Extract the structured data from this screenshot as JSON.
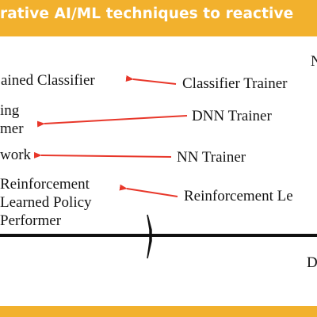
{
  "header": {
    "title": "rative AI/ML techniques to reactive"
  },
  "left_column": {
    "classifier_performer": "ained Classifier",
    "dnn_performer_line1": "ing",
    "dnn_performer_line2": "mer",
    "nn_performer": "work",
    "rl_performer_line1": "Reinforcement",
    "rl_performer_line2": "Learned Policy",
    "rl_performer_line3": "Performer"
  },
  "right_column": {
    "top_corner_fragment": "N",
    "classifier_trainer": "Classifier Trainer",
    "dnn_trainer": "DNN Trainer",
    "nn_trainer": "NN Trainer",
    "rl_trainer": "Reinforcement Le"
  },
  "timeline": {
    "right_label_fragment": "D"
  },
  "colors": {
    "banner": "#f2b12d",
    "arrow": "#e8372a",
    "timeline": "#111111",
    "text": "#141414"
  }
}
